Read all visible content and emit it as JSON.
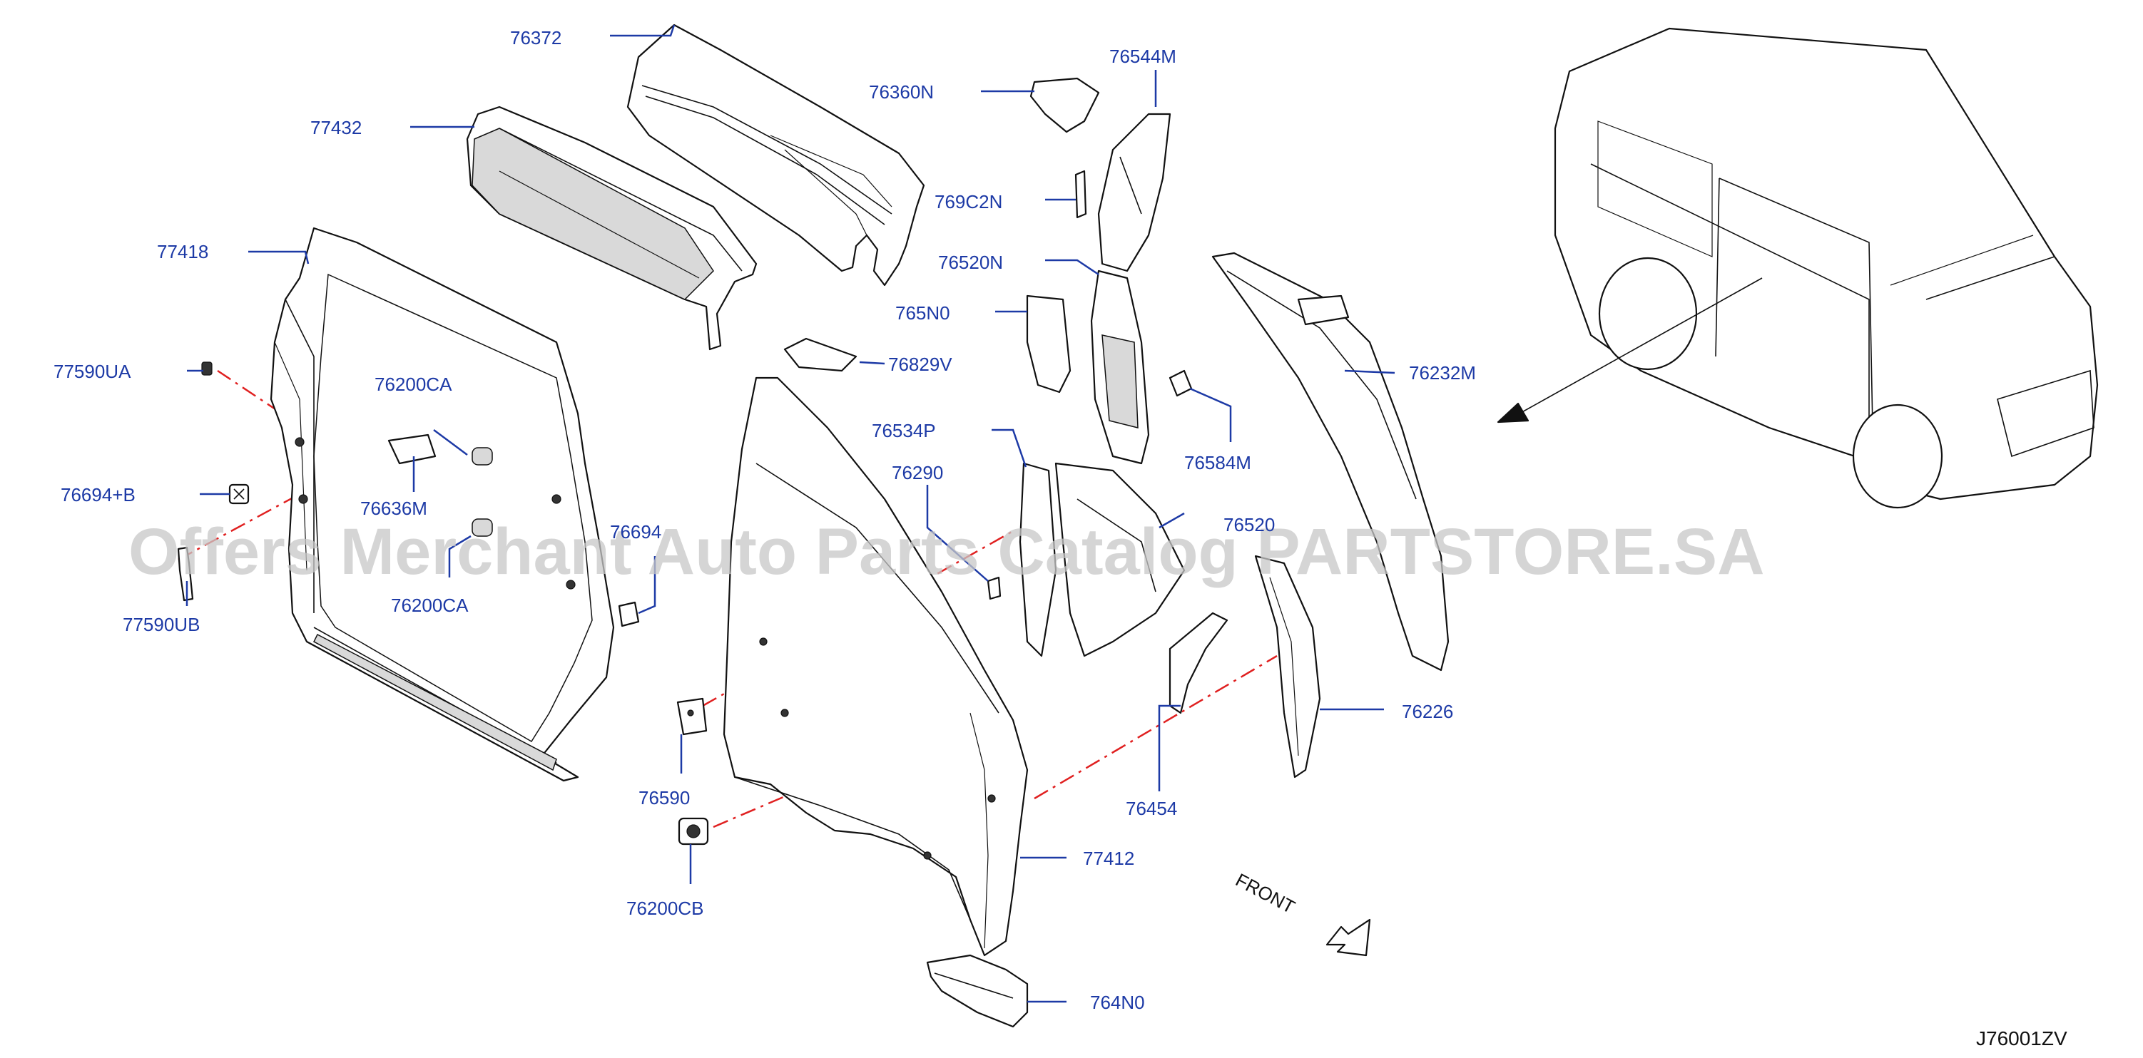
{
  "diagram": {
    "watermark": "Offers Merchant Auto Parts Catalog PARTSTORE.SA",
    "drawing_code": "J76001ZV",
    "direction_label": "FRONT",
    "colors": {
      "label": "#1d3aa6",
      "leader": "#1d3aa6",
      "dash": "#e02020",
      "line": "#111111"
    },
    "labels": [
      {
        "id": "p76372",
        "text": "76372"
      },
      {
        "id": "p77432",
        "text": "77432"
      },
      {
        "id": "p77418",
        "text": "77418"
      },
      {
        "id": "p77590UA",
        "text": "77590UA"
      },
      {
        "id": "p76694B",
        "text": "76694+B"
      },
      {
        "id": "p77590UB",
        "text": "77590UB"
      },
      {
        "id": "p76200CA1",
        "text": "76200CA"
      },
      {
        "id": "p76636M",
        "text": "76636M"
      },
      {
        "id": "p76200CA2",
        "text": "76200CA"
      },
      {
        "id": "p76694",
        "text": "76694"
      },
      {
        "id": "p76360N",
        "text": "76360N"
      },
      {
        "id": "p76544M",
        "text": "76544M"
      },
      {
        "id": "p769C2N",
        "text": "769C2N"
      },
      {
        "id": "p76520N",
        "text": "76520N"
      },
      {
        "id": "p765N0",
        "text": "765N0"
      },
      {
        "id": "p76829V",
        "text": "76829V"
      },
      {
        "id": "p76534P",
        "text": "76534P"
      },
      {
        "id": "p76290",
        "text": "76290"
      },
      {
        "id": "p76520",
        "text": "76520"
      },
      {
        "id": "p76584M",
        "text": "76584M"
      },
      {
        "id": "p76232M",
        "text": "76232M"
      },
      {
        "id": "p76226",
        "text": "76226"
      },
      {
        "id": "p76454",
        "text": "76454"
      },
      {
        "id": "p76590",
        "text": "76590"
      },
      {
        "id": "p77412",
        "text": "77412"
      },
      {
        "id": "p76200CB",
        "text": "76200CB"
      },
      {
        "id": "p764N0",
        "text": "764N0"
      }
    ]
  }
}
